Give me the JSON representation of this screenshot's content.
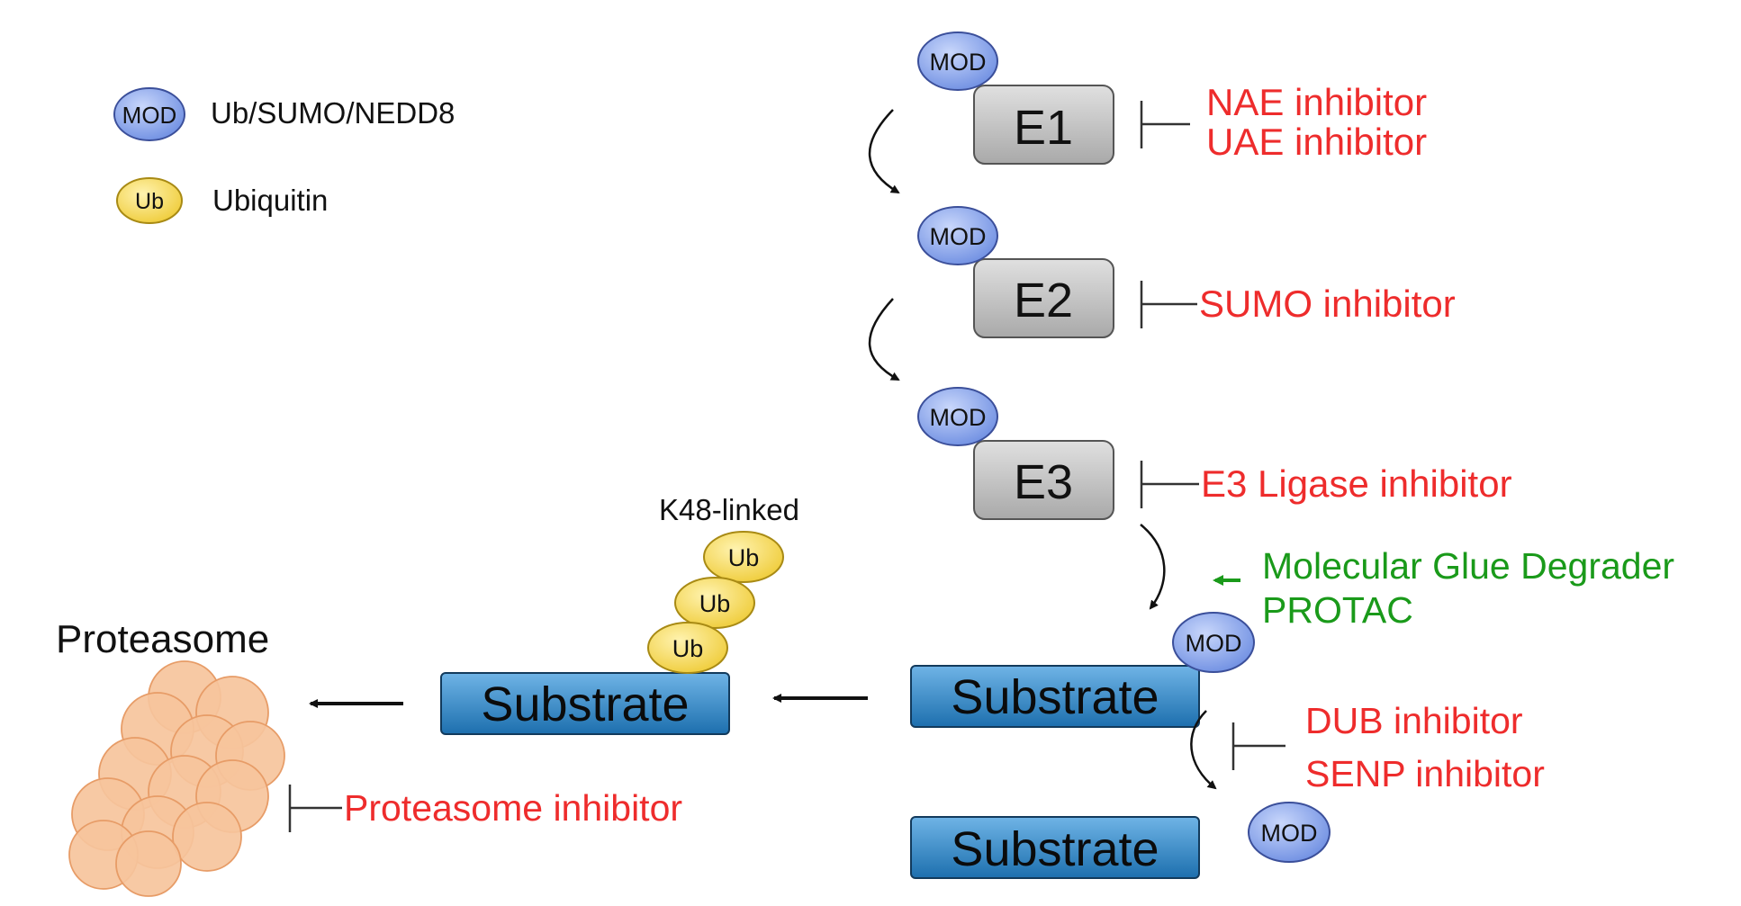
{
  "legend": {
    "mod_badge": "MOD",
    "mod_label": "Ub/SUMO/NEDD8",
    "ub_badge": "Ub",
    "ub_label": "Ubiquitin"
  },
  "enzymes": [
    {
      "label": "E1",
      "mod": "MOD"
    },
    {
      "label": "E2",
      "mod": "MOD"
    },
    {
      "label": "E3",
      "mod": "MOD"
    }
  ],
  "inhibitors": {
    "e1_line1": "NAE inhibitor",
    "e1_line2": "UAE inhibitor",
    "e2": "SUMO inhibitor",
    "e3": "E3 Ligase inhibitor",
    "dub": "DUB inhibitor",
    "senp": "SENP inhibitor",
    "proteasome": "Proteasome inhibitor"
  },
  "degraders": {
    "line1": "Molecular Glue Degrader",
    "line2": "PROTAC"
  },
  "substrates": {
    "modified": "Substrate",
    "free": "Substrate",
    "free_mod": "MOD",
    "modified_mod": "MOD",
    "ubiquitinated": "Substrate"
  },
  "chain": {
    "label": "K48-linked",
    "units": [
      "Ub",
      "Ub",
      "Ub"
    ]
  },
  "proteasome": {
    "title": "Proteasome"
  },
  "colors": {
    "inhibitor": "#ee2c2c",
    "degrader": "#1a9a1a",
    "mod_fill": "#7f9ee8",
    "ub_fill": "#f2d24a",
    "enzyme_fill": "#c4c4c4",
    "substrate_fill": "#2f86c6",
    "proteasome_fill": "#f6c49c"
  }
}
